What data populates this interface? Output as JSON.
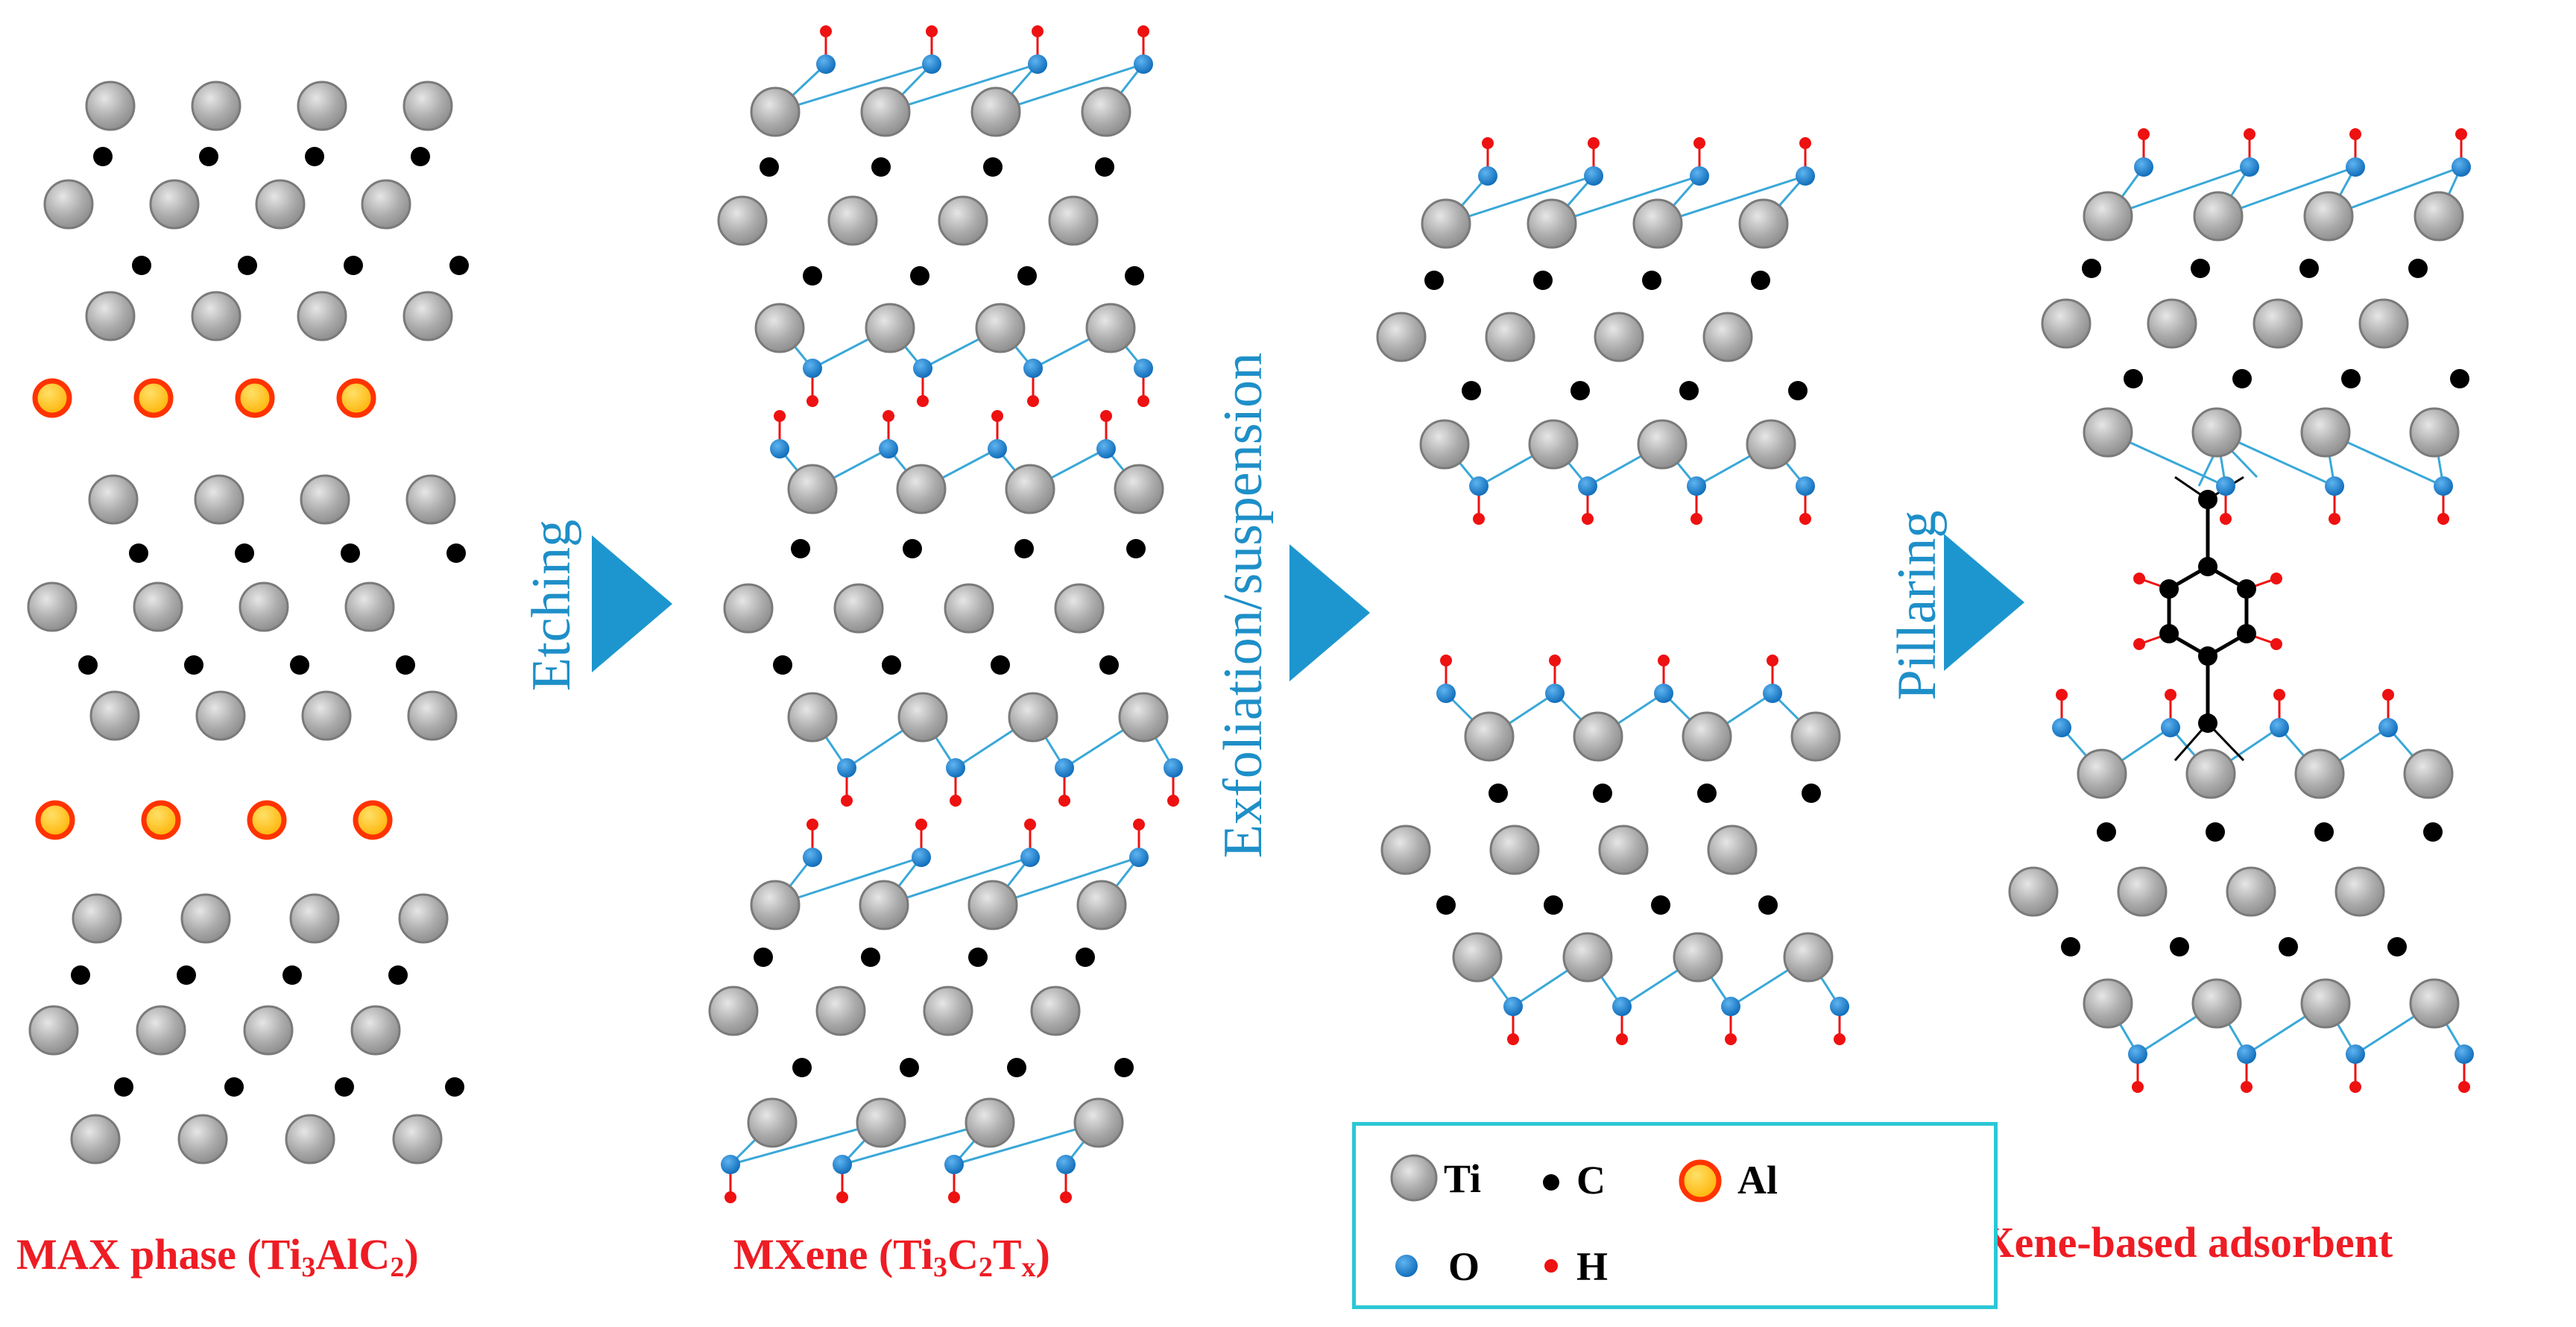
{
  "captions": {
    "max_phase": "MAX phase (Ti",
    "max_phase_sub1": "3",
    "max_phase_mid": "AlC",
    "max_phase_sub2": "2",
    "max_phase_end": ")",
    "mxene": "MXene (Ti",
    "mxene_sub1": "3",
    "mxene_mid1": "C",
    "mxene_sub2": "2",
    "mxene_mid2": "T",
    "mxene_sub3": "x",
    "mxene_end": ")",
    "adsorbent": "MXene-based adsorbent"
  },
  "steps": {
    "etching": "Etching",
    "exfoliation": "Exfoliation/suspension",
    "pillaring": "Pillaring"
  },
  "legend": {
    "ti": "Ti",
    "c": "C",
    "al": "Al",
    "o": "O",
    "h": "H"
  },
  "colors": {
    "ti": "#a8a8a8",
    "c": "#000000",
    "al_fill": "#ffc000",
    "al_ring": "#ff3300",
    "o": "#1e7fd0",
    "h": "#ee1111",
    "bond": "#3aa8d8",
    "arrow": "#1d96cf",
    "caption": "#ee1c24",
    "legend_border": "#2cc7d5"
  }
}
